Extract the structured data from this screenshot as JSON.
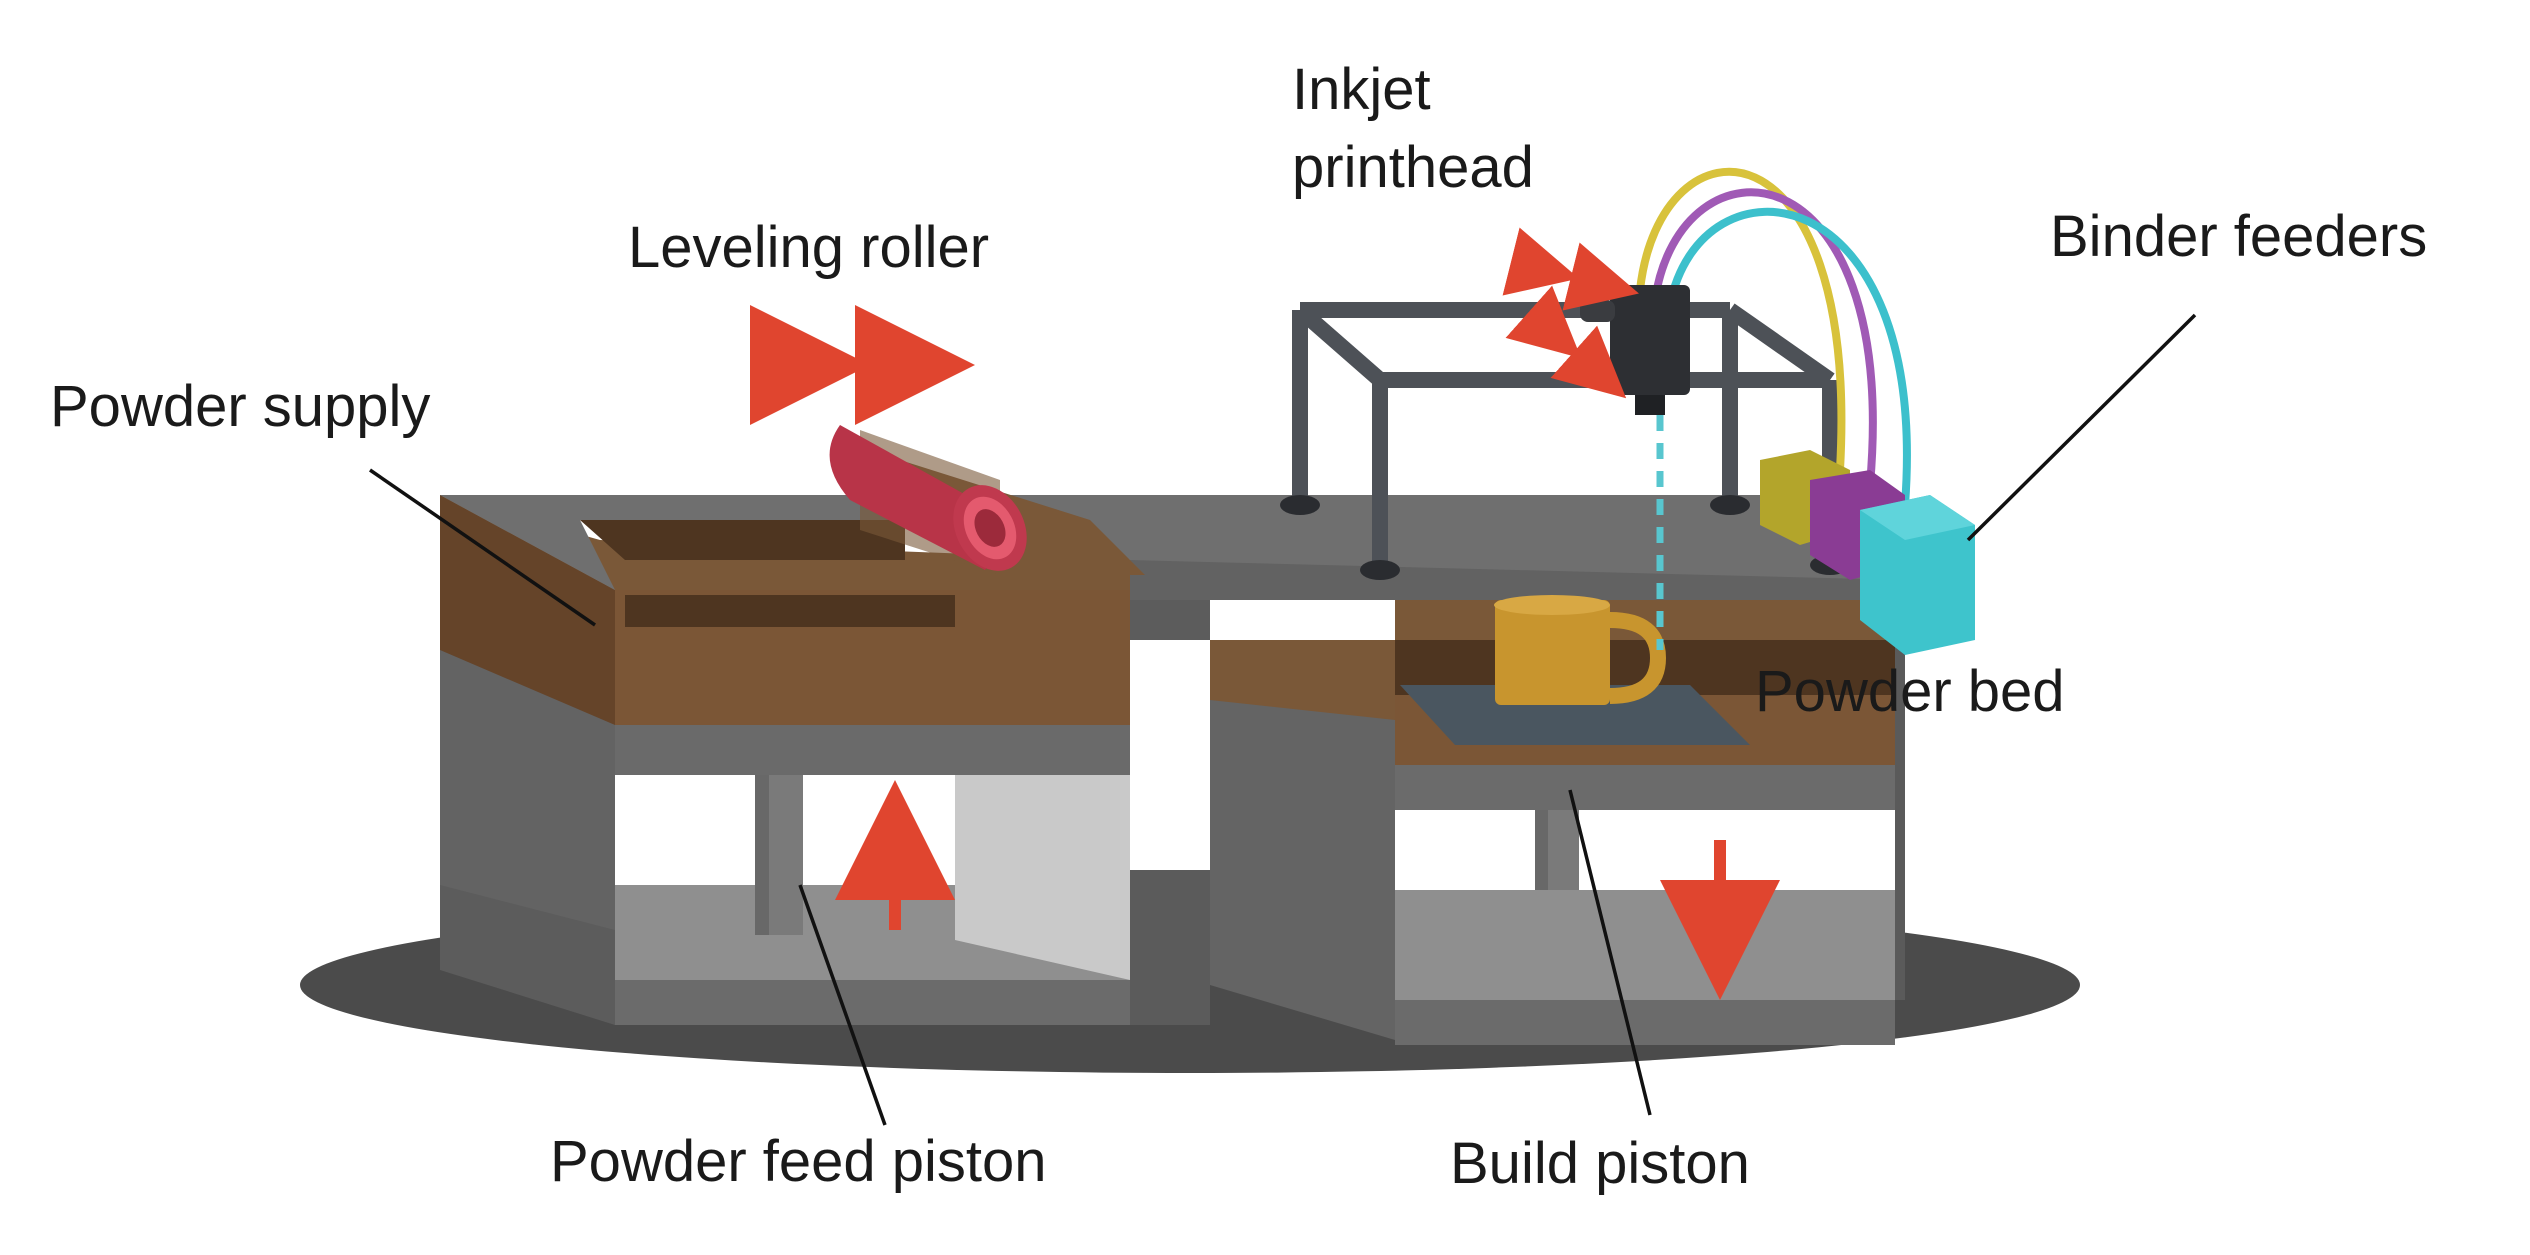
{
  "labels": {
    "inkjet_printhead_line1": "Inkjet",
    "inkjet_printhead_line2": "printhead",
    "leveling_roller": "Leveling roller",
    "powder_supply": "Powder supply",
    "binder_feeders": "Binder feeders",
    "powder_bed": "Powder bed",
    "powder_feed_piston": "Powder feed piston",
    "build_piston": "Build piston"
  },
  "colors": {
    "platform_top": "#6f6f6f",
    "platform_side": "#5a5a5a",
    "base_shadow": "#4a4a4a",
    "powder": "#7a5838",
    "powder_dark": "#4e3520",
    "roller": "#c0394e",
    "roller_inner": "#e45a6e",
    "frame": "#4d5157",
    "printhead": "#2d2f33",
    "mug": "#c8952e",
    "feeder_olive": "#b3a52b",
    "feeder_purple": "#8a3c94",
    "feeder_cyan": "#3ec4cc",
    "tube_yellow": "#d8c23b",
    "tube_purple": "#a05ab5",
    "tube_cyan": "#3cc0cc",
    "arrow": "#e0452f"
  }
}
